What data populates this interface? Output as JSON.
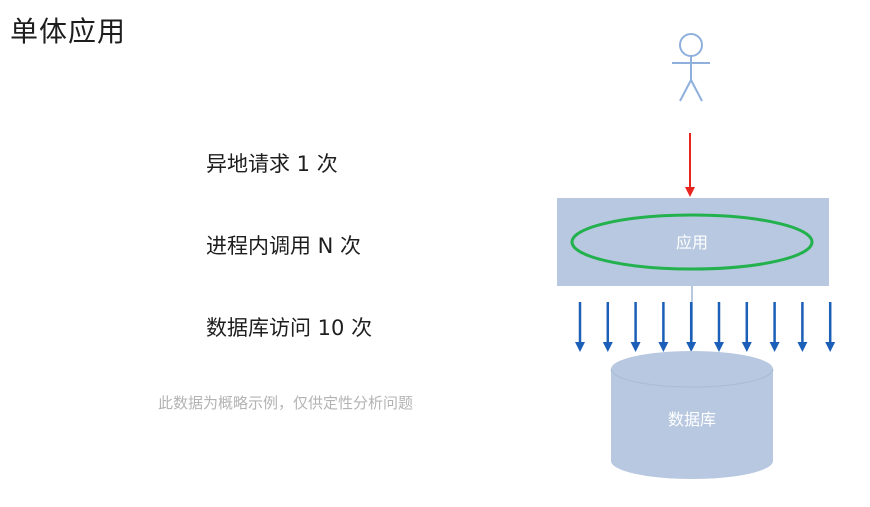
{
  "title": "单体应用",
  "stats": [
    {
      "label": "异地请求 1 次"
    },
    {
      "label": "进程内调用 N 次"
    },
    {
      "label": "数据库访问 10 次"
    }
  ],
  "note": "此数据为概略示例，仅供定性分析问题",
  "app_label": "应用",
  "db_label": "数据库",
  "colors": {
    "box": "#b7c8e0",
    "ellipse": "#23b14d",
    "request_arrow": "#e8251f",
    "db_arrow": "#1b5fb8",
    "figure": "#8fb0dc"
  }
}
